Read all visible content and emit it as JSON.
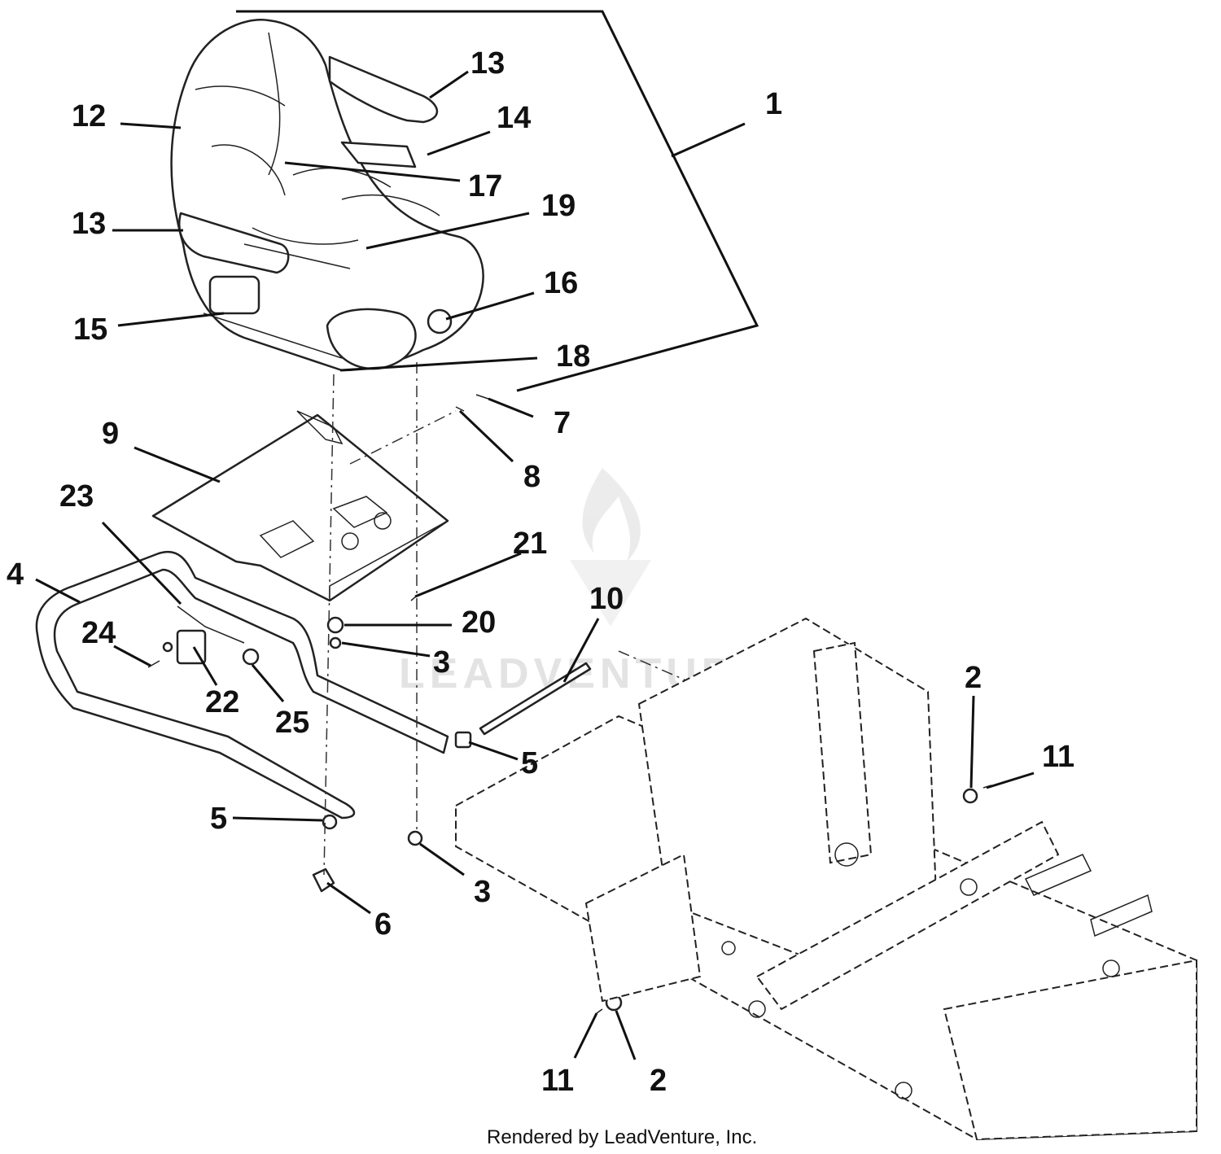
{
  "callouts": [
    {
      "label": "1"
    },
    {
      "label": "2"
    },
    {
      "label": "2"
    },
    {
      "label": "3"
    },
    {
      "label": "3"
    },
    {
      "label": "4"
    },
    {
      "label": "5"
    },
    {
      "label": "5"
    },
    {
      "label": "6"
    },
    {
      "label": "7"
    },
    {
      "label": "8"
    },
    {
      "label": "9"
    },
    {
      "label": "10"
    },
    {
      "label": "11"
    },
    {
      "label": "11"
    },
    {
      "label": "12"
    },
    {
      "label": "13"
    },
    {
      "label": "13"
    },
    {
      "label": "14"
    },
    {
      "label": "15"
    },
    {
      "label": "16"
    },
    {
      "label": "17"
    },
    {
      "label": "18"
    },
    {
      "label": "19"
    },
    {
      "label": "20"
    },
    {
      "label": "21"
    },
    {
      "label": "22"
    },
    {
      "label": "23"
    },
    {
      "label": "24"
    },
    {
      "label": "25"
    }
  ],
  "footer": {
    "text": "Rendered by LeadVenture, Inc."
  },
  "watermark": {
    "text": "LEADVENTURE"
  },
  "colors": {
    "ink": "#111111",
    "watermark": "#e3e3e3"
  },
  "icons": {
    "watermark_logo": "flame-v-logo-icon"
  }
}
